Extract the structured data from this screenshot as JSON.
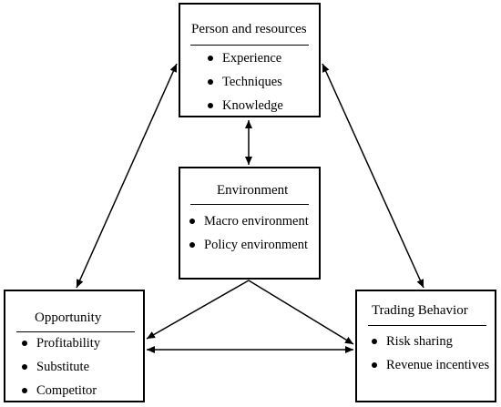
{
  "diagram": {
    "boxes": {
      "person": {
        "title": "Person and resources",
        "items": [
          "Experience",
          "Techniques",
          "Knowledge"
        ]
      },
      "environment": {
        "title": "Environment",
        "items": [
          "Macro environment",
          "Policy environment"
        ]
      },
      "opportunity": {
        "title": "Opportunity",
        "items": [
          "Profitability",
          "Substitute",
          "Competitor"
        ]
      },
      "trading": {
        "title": "Trading Behavior",
        "items": [
          "Risk sharing",
          "Revenue incentives"
        ]
      }
    },
    "connections": [
      {
        "from": "person",
        "to": "environment",
        "direction": "both"
      },
      {
        "from": "person",
        "to": "opportunity",
        "direction": "both"
      },
      {
        "from": "person",
        "to": "trading",
        "direction": "both"
      },
      {
        "from": "environment",
        "to": "opportunity",
        "direction": "forward"
      },
      {
        "from": "environment",
        "to": "trading",
        "direction": "forward"
      },
      {
        "from": "opportunity",
        "to": "trading",
        "direction": "both"
      }
    ],
    "colors": {
      "line": "#000000",
      "background": "#ffffff"
    }
  }
}
